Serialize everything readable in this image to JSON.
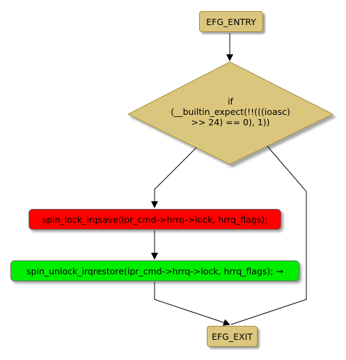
{
  "nodes": {
    "entry": {
      "label": "EFG_ENTRY",
      "color": "#DBC67E"
    },
    "decision": {
      "lines": [
        "if",
        "(__builtin_expect(!!(((ioasc)",
        ">> 24) == 0), 1))"
      ],
      "color": "#DBC67E"
    },
    "lock": {
      "label": "spin_lock_irqsave(ipr_cmd->hrrq->lock, hrrq_flags);",
      "color": "#FF0000"
    },
    "unlock": {
      "label": "spin_unlock_irqrestore(ipr_cmd->hrrq->lock, hrrq_flags); →",
      "color": "#00EE00"
    },
    "exit": {
      "label": "EFG_EXIT",
      "color": "#DBC67E"
    }
  },
  "edges": [
    {
      "from": "entry",
      "to": "decision"
    },
    {
      "from": "decision",
      "to": "lock"
    },
    {
      "from": "lock",
      "to": "unlock"
    },
    {
      "from": "unlock",
      "to": "exit"
    },
    {
      "from": "decision",
      "to": "exit"
    }
  ]
}
